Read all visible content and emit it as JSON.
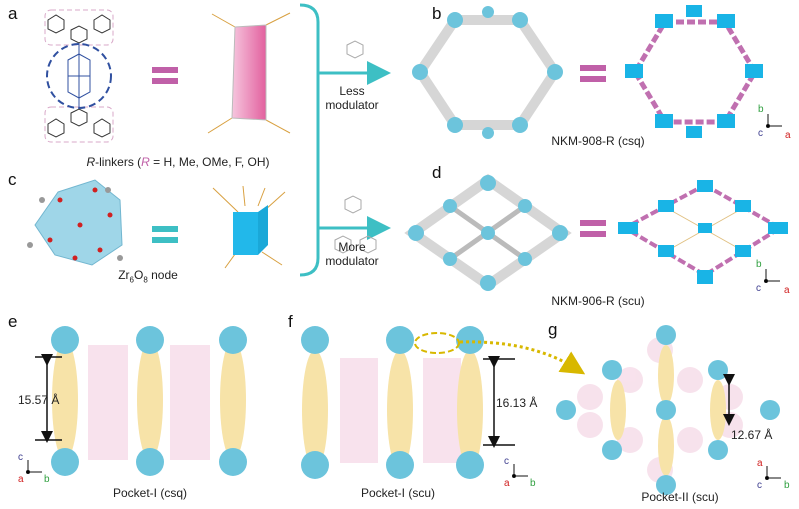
{
  "panels": {
    "a": "a",
    "b": "b",
    "c": "c",
    "d": "d",
    "e": "e",
    "f": "f",
    "g": "g"
  },
  "captions": {
    "linkers_prefix": "R",
    "linkers_text": "-linkers (",
    "linkers_r": "R",
    "linkers_suffix": " = H, Me, OMe, F, OH)",
    "node_main": "Zr",
    "node_sub1": "6",
    "node_o": "O",
    "node_sub2": "8",
    "node_suffix": " node",
    "nkm908": "NKM-908-R (csq)",
    "nkm906": "NKM-906-R (scu)",
    "less_1": "Less",
    "less_2": "modulator",
    "more_1": "More",
    "more_2": "modulator",
    "pocket_e": "Pocket-I (csq)",
    "pocket_f": "Pocket-I (scu)",
    "pocket_g": "Pocket-II (scu)"
  },
  "measurements": {
    "e": "15.57 Å",
    "f": "16.13 Å",
    "g": "12.67 Å"
  },
  "axes": {
    "b": {
      "up": "b",
      "out": "c",
      "right": "a"
    },
    "d": {
      "up": "b",
      "out": "c",
      "right": "a"
    },
    "e": {
      "up": "c",
      "out": "a",
      "right": "b"
    },
    "f": {
      "up": "c",
      "out": "a",
      "right": "b"
    },
    "g": {
      "up": "a",
      "out": "c",
      "right": "b"
    }
  },
  "colors": {
    "teal": "#3dbfc4",
    "pink": "#c060a8",
    "cluster": "#6cc4dc",
    "box": "#19b4e6",
    "pocket": "#f7e3a8",
    "linker": "#f3d4e6",
    "axis_a": "#d02020",
    "axis_b": "#30a040",
    "axis_c": "#404090"
  }
}
